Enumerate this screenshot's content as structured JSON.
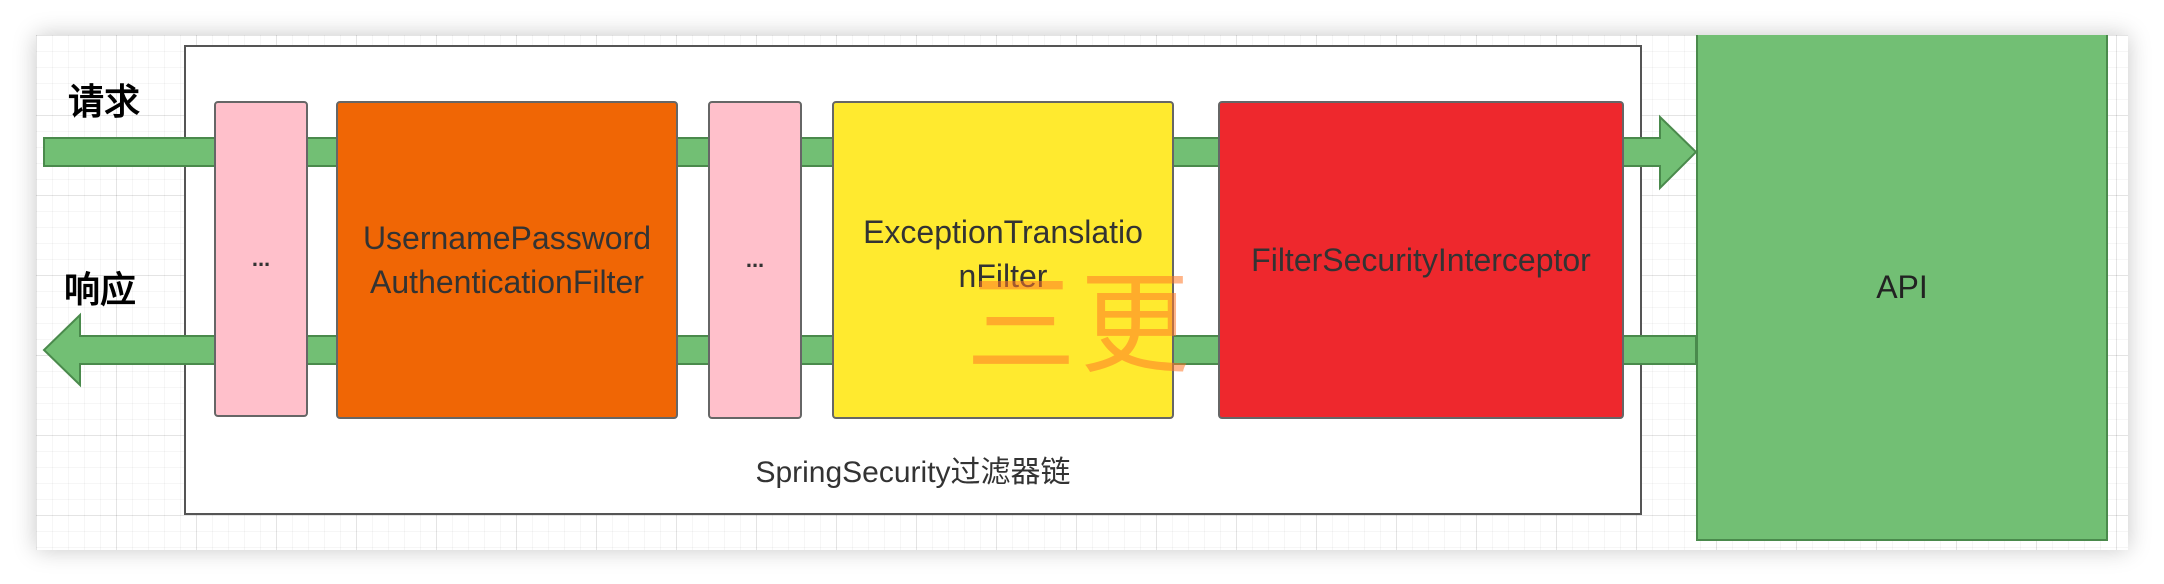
{
  "labels": {
    "request": "请求",
    "response": "响应",
    "chain": "SpringSecurity过滤器链",
    "api": "API",
    "watermark": "三更"
  },
  "filters": [
    {
      "label": "...",
      "color": "#ffc0cb"
    },
    {
      "label": "UsernamePassword\nAuthenticationFilter",
      "color": "#f06605"
    },
    {
      "label": "...",
      "color": "#ffc0cb"
    },
    {
      "label": "ExceptionTranslatio\nnFilter",
      "color": "#ffea2f"
    },
    {
      "label": "FilterSecurityInterceptor",
      "color": "#ee282d"
    }
  ],
  "colors": {
    "arrow_fill": "#72bf74",
    "arrow_stroke": "#4a8a4c",
    "api_fill": "#72bf74"
  },
  "icons": {
    "request_arrow": "right-arrow-icon",
    "response_arrow": "left-arrow-icon"
  }
}
